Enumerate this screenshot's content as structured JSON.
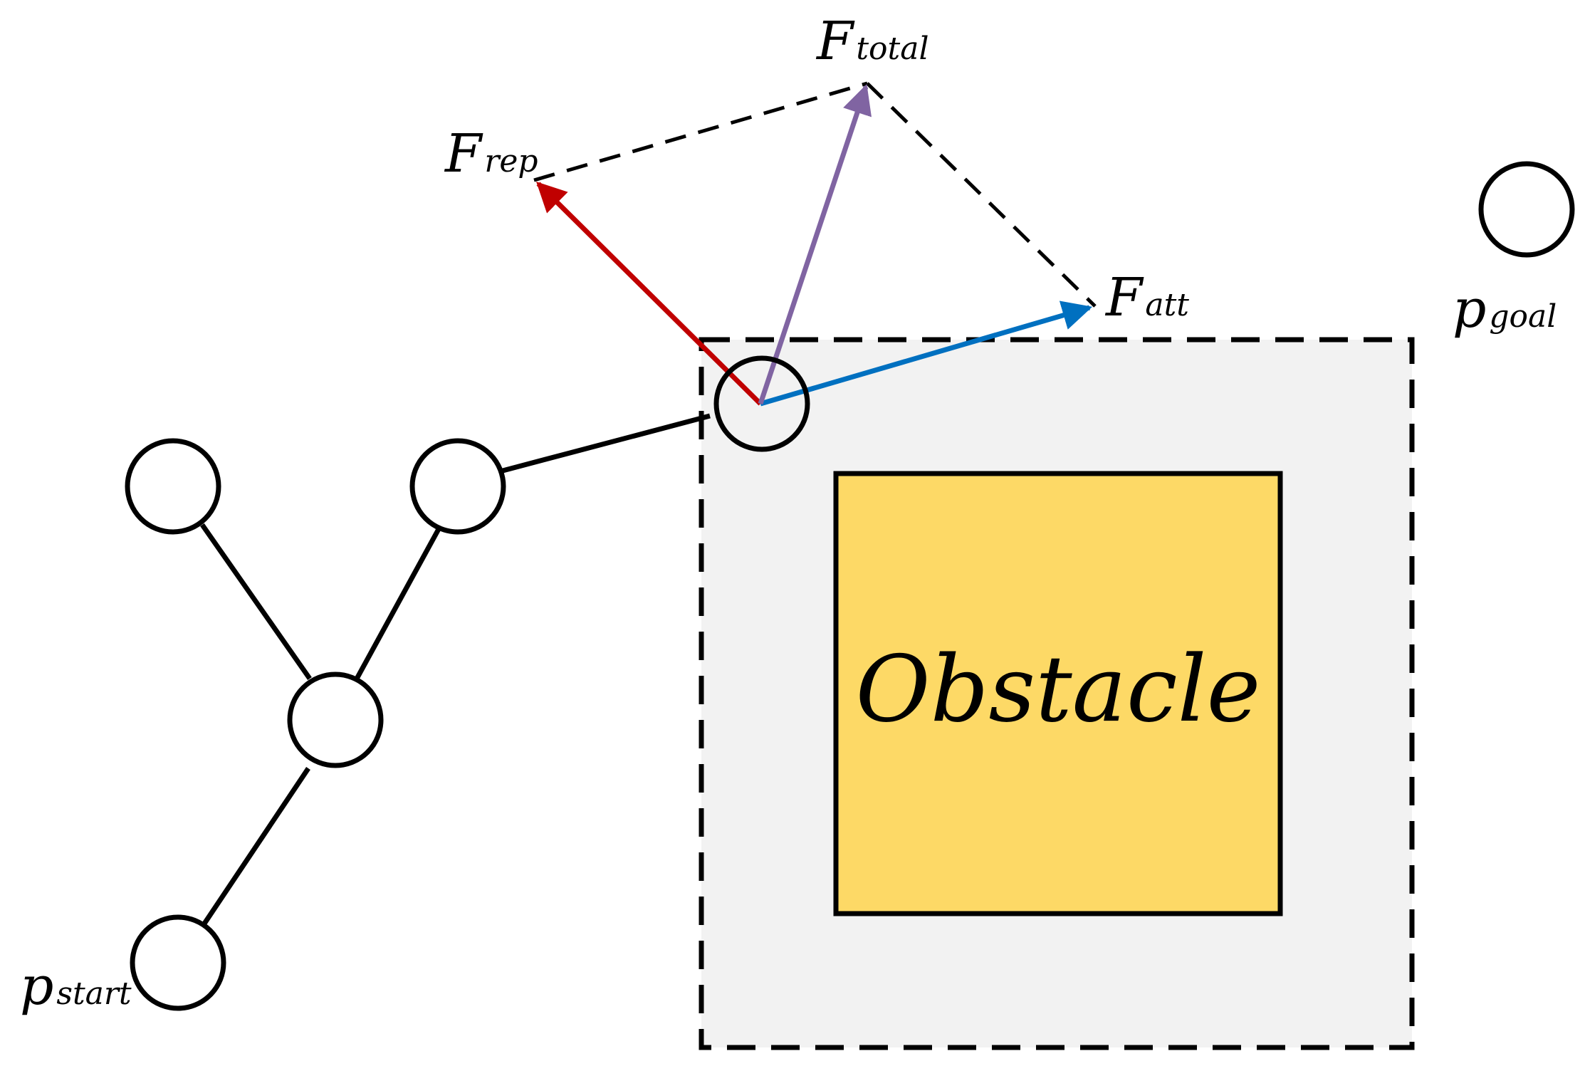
{
  "labels": {
    "f_total_main": "F",
    "f_total_sub": "total",
    "f_rep_main": "F",
    "f_rep_sub": "rep",
    "f_att_main": "F",
    "f_att_sub": "att",
    "p_goal_main": "p",
    "p_goal_sub": "goal",
    "p_start_main": "p",
    "p_start_sub": "start",
    "obstacle": "Obstacle"
  },
  "colors": {
    "repulsive_arrow": "#c00000",
    "attractive_arrow": "#0070c0",
    "total_arrow": "#8064a2",
    "obstacle_fill": "#fdd966",
    "influence_zone_fill": "#f2f2f2",
    "stroke": "#000000"
  }
}
